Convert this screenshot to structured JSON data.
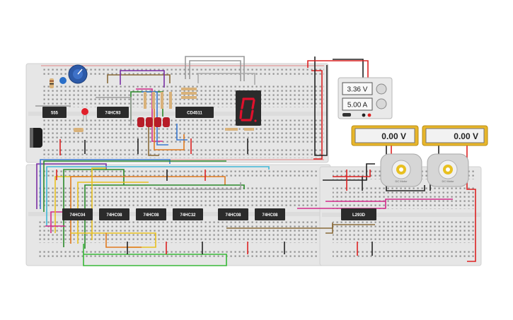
{
  "chips": {
    "timer": "555",
    "counter": "74HC93",
    "decoder": "CD4511",
    "inverter": "74HC04",
    "and_a": "74HC08",
    "and_b": "74HC08",
    "or_gate": "74HC32",
    "and_c": "74HC08",
    "and_d": "74HC08",
    "driver": "L293D"
  },
  "power_supply": {
    "voltage": "3.36 V",
    "current": "5.00 A"
  },
  "meters": {
    "left": "0.00 V",
    "right": "0.00 V"
  },
  "motors": {
    "left_label": "DC Motor",
    "right_label": "DC Motor"
  },
  "colors": {
    "breadboard": "#e6e6e6",
    "chip": "#2b2b2b",
    "meter_frame": "#e8b62a",
    "segment": "#e0102c"
  }
}
